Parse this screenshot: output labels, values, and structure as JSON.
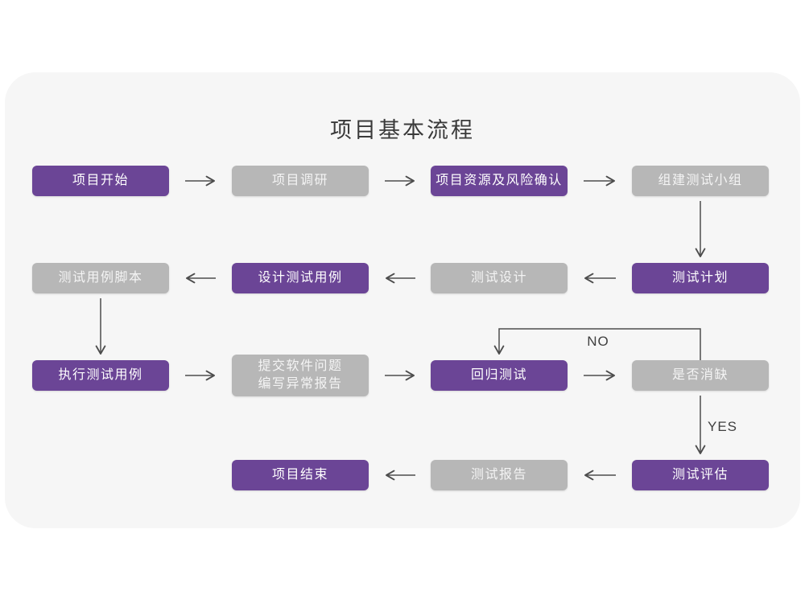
{
  "flowchart": {
    "title": "项目基本流程",
    "decision_labels": {
      "no": "NO",
      "yes": "YES"
    },
    "nodes": [
      {
        "label": "项目开始",
        "variant": "purple"
      },
      {
        "label": "项目调研",
        "variant": "gray"
      },
      {
        "label": "项目资源及风险确认",
        "variant": "purple"
      },
      {
        "label": "组建测试小组",
        "variant": "gray"
      },
      {
        "label": "测试用例脚本",
        "variant": "gray"
      },
      {
        "label": "设计测试用例",
        "variant": "purple"
      },
      {
        "label": "测试设计",
        "variant": "gray"
      },
      {
        "label": "测试计划",
        "variant": "purple"
      },
      {
        "label": "执行测试用例",
        "variant": "purple"
      },
      {
        "label": "提交软件问题\n编写异常报告",
        "variant": "gray"
      },
      {
        "label": "回归测试",
        "variant": "purple"
      },
      {
        "label": "是否消缺",
        "variant": "gray"
      },
      {
        "label": "测试评估",
        "variant": "purple"
      },
      {
        "label": "测试报告",
        "variant": "gray"
      },
      {
        "label": "项目结束",
        "variant": "purple"
      }
    ]
  },
  "colors": {
    "accent_purple": "#6B4596",
    "node_gray": "#B7B7B7",
    "panel_bg": "#F6F6F6",
    "page_bg": "#FFFFFF",
    "arrow": "#4D4D4D",
    "node_text": "#FFFFFF",
    "title_text": "#3A3A3A",
    "label_text": "#3F3F3F"
  }
}
